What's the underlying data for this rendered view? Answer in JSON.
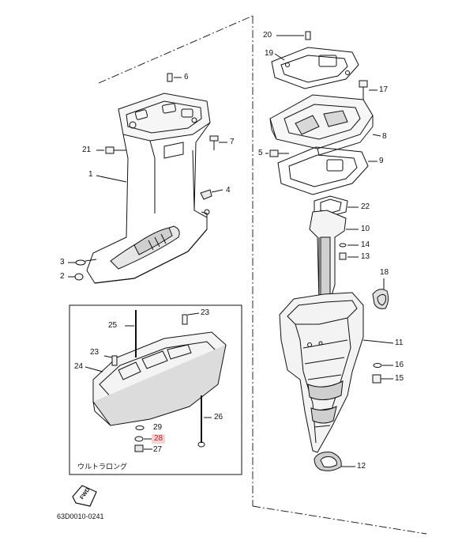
{
  "colors": {
    "ink": "#111111",
    "highlight_bg": "#f5d3d3",
    "highlight_ring": "#e05a5a",
    "fill_light": "#f2f2f2",
    "fill_shade": "#cfcfcf"
  },
  "callouts": {
    "p1": "1",
    "p2": "2",
    "p3": "3",
    "p4": "4",
    "p5": "5",
    "p6": "6",
    "p7": "7",
    "p8": "8",
    "p9": "9",
    "p10": "10",
    "p11": "11",
    "p12": "12",
    "p13": "13",
    "p14": "14",
    "p15": "15",
    "p16": "16",
    "p17": "17",
    "p18": "18",
    "p19": "19",
    "p20": "20",
    "p21": "21",
    "p22": "22",
    "p23a": "23",
    "p23b": "23",
    "p24": "24",
    "p25": "25",
    "p26": "26",
    "p27": "27",
    "p28": "28",
    "p29": "29"
  },
  "highlighted_part": "28",
  "inset_label": "ウルトラロング",
  "fwd_label": "FWD",
  "diagram_code": "63D0010-0241",
  "icons": [
    "fwd-arrow-icon"
  ]
}
